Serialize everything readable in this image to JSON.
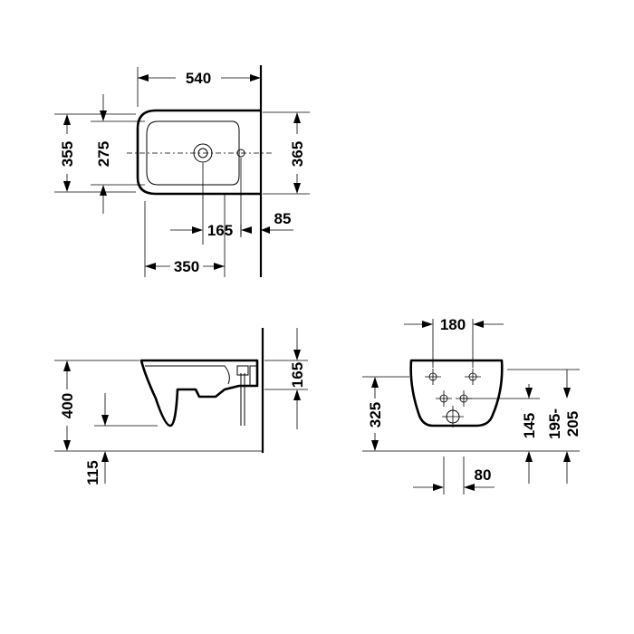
{
  "drawing": {
    "top_view": {
      "dims": {
        "width": "540",
        "depth_outer": "355",
        "depth_inner": "275",
        "depth_total": "365",
        "hole_offset": "165",
        "wall_gap": "85",
        "fixing_distance": "350"
      }
    },
    "side_view": {
      "dims": {
        "height": "400",
        "fixing_height": "165",
        "floor_offset": "115"
      }
    },
    "rear_view": {
      "dims": {
        "fixing_spacing": "180",
        "height": "325",
        "drain_height": "145",
        "supply_height_top": "195-",
        "supply_height_bottom": "205",
        "drain_offset": "80"
      }
    }
  }
}
